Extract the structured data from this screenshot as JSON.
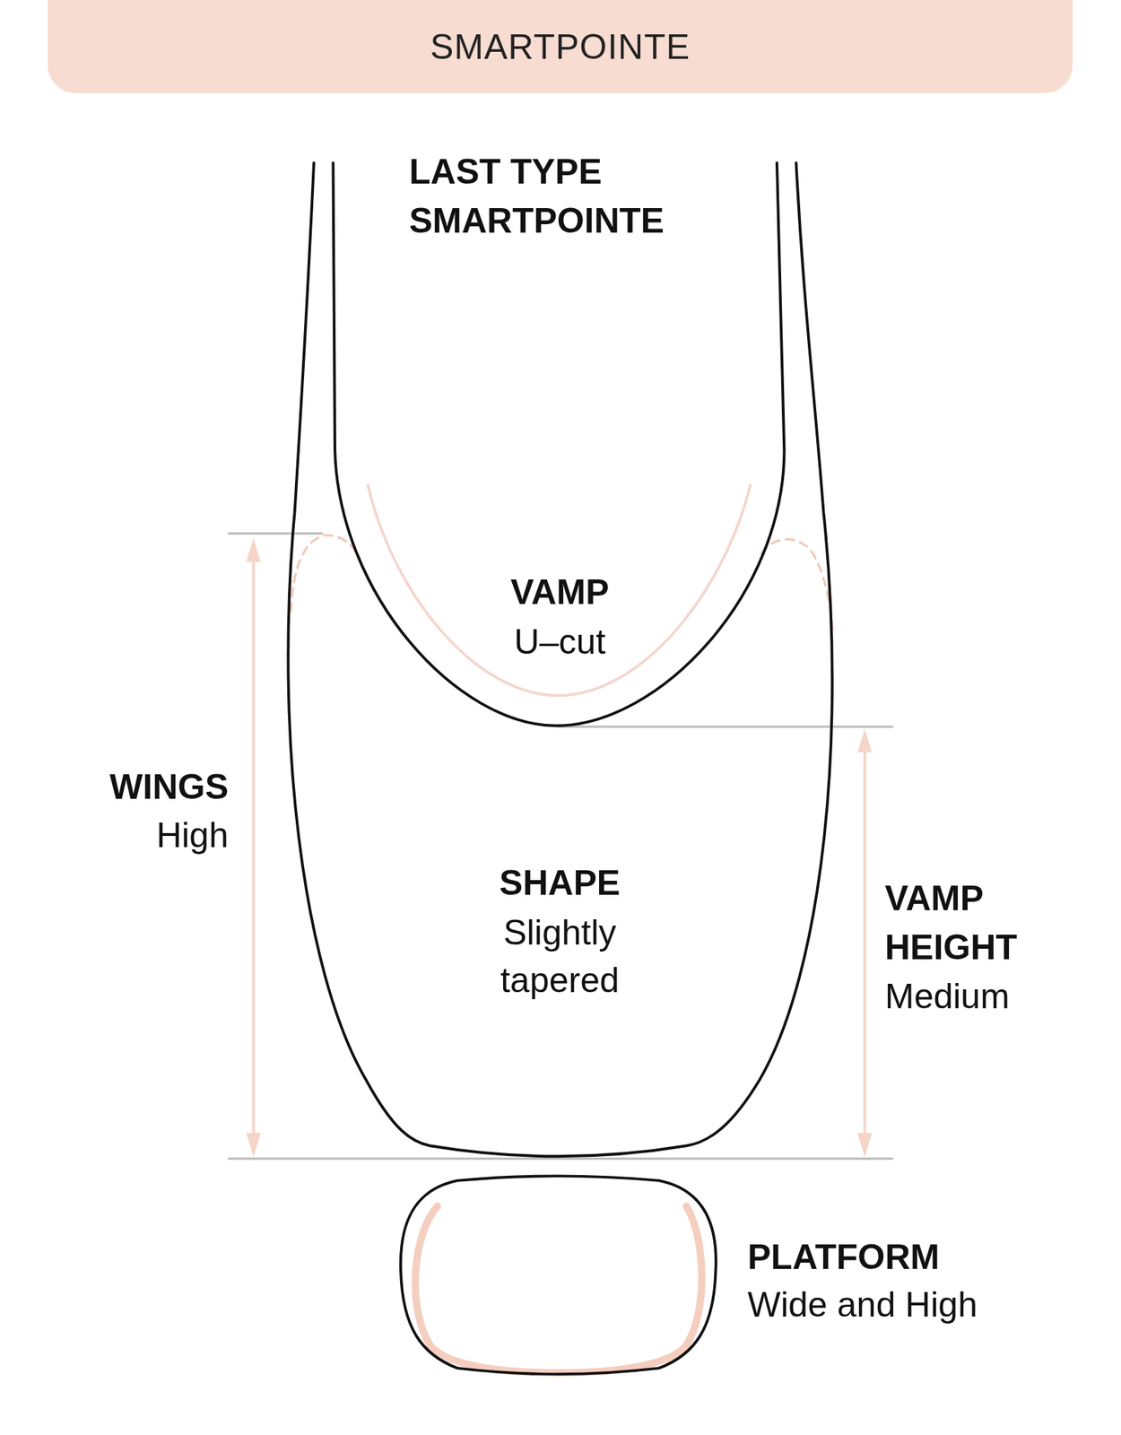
{
  "diagram": {
    "title": "SMARTPOINTE",
    "labels": [
      "LAST TYPE SMARTPOINTE",
      "VAMP",
      "U–cut",
      "WINGS",
      "High",
      "SHAPE",
      "Slightly tapered",
      "VAMP HEIGHT",
      "Medium",
      "PLATFORM",
      "Wide and High"
    ]
  }
}
